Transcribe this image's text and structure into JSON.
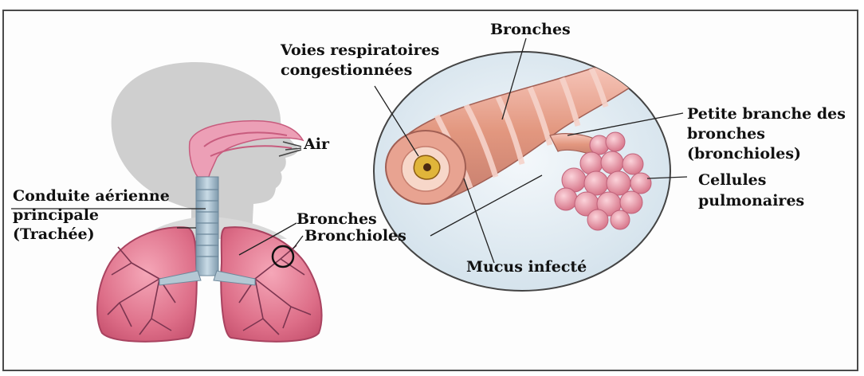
{
  "labels": {
    "air": "Air",
    "main_airway_line1": "Conduite aérienne",
    "main_airway_line2": "principale",
    "main_airway_line3": "(Trachée)",
    "bronches_left": "Bronches",
    "bronchioles_left": "Bronchioles",
    "congested_line1": "Voies respiratoires",
    "congested_line2": "congestionnées",
    "bronches_top": "Bronches",
    "small_branch_line1": "Petite branche des",
    "small_branch_line2": "bronches",
    "small_branch_line3": "(bronchioles)",
    "cells_line1": "Cellules",
    "cells_line2": "pulmonaires",
    "mucus": "Mucus infecté"
  },
  "colors": {
    "lung": "#dd6e88",
    "trachea": "#9eb6c6",
    "head_silhouette": "#cfcfcf",
    "nasal_cavity": "#ec9fb6",
    "magnifier_bg": "#dce8f0",
    "bronchus_band_dark": "#c67e6e",
    "bronchus_band_light": "#f2b7b0",
    "alveoli": "#e49aa8"
  }
}
